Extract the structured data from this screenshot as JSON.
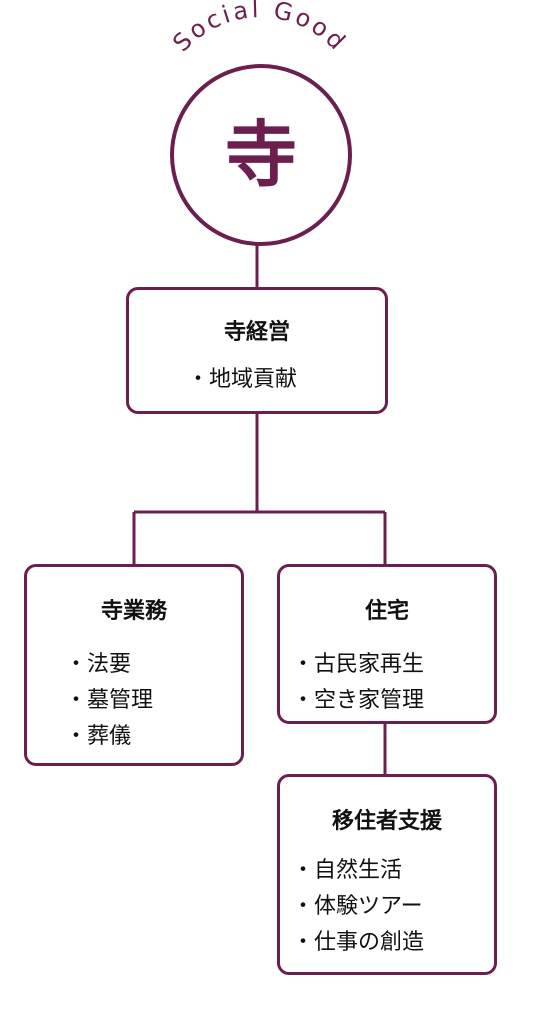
{
  "colors": {
    "accent": "#6b1f4f",
    "text": "#111111",
    "background": "#ffffff"
  },
  "header": {
    "arc_label": "Social Good",
    "circle_char": "寺"
  },
  "nodes": {
    "temple_management": {
      "title": "寺経営",
      "items": [
        "・地域貢献"
      ]
    },
    "temple_work": {
      "title": "寺業務",
      "items": [
        "・法要",
        "・墓管理",
        "・葬儀"
      ]
    },
    "housing": {
      "title": "住宅",
      "items": [
        "・古民家再生",
        "・空き家管理"
      ]
    },
    "migration_support": {
      "title": "移住者支援",
      "items": [
        "・自然生活",
        "・体験ツアー",
        "・仕事の創造"
      ]
    }
  }
}
